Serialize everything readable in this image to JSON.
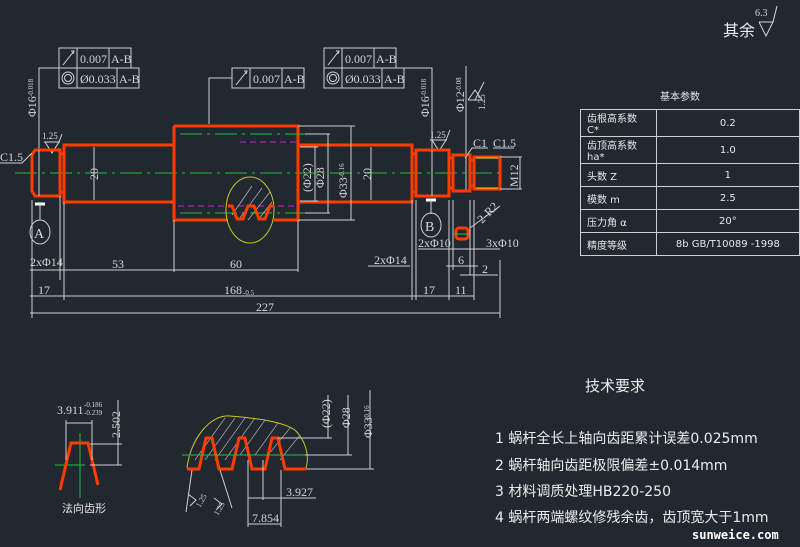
{
  "drawing": {
    "title": "Worm shaft drawing",
    "colors": {
      "background": "#212830",
      "outline": "#ff3c00",
      "centerline": "#1fbf3a",
      "pitchline": "#d020d0",
      "dimension": "#d6d6d6",
      "detail_circle": "#c8c820"
    }
  },
  "roughness": {
    "label": "其余",
    "value": "6.3"
  },
  "gdt_frames": {
    "left": {
      "runout": {
        "value": "0.007",
        "datum": "A-B"
      },
      "concentricity": {
        "value": "Ø0.033",
        "datum": "A-B"
      }
    },
    "middle": {
      "runout": {
        "value": "0.007",
        "datum": "A-B"
      }
    },
    "right": {
      "runout": {
        "value": "0.007",
        "datum": "A-B"
      },
      "concentricity": {
        "value": "Ø0.033",
        "datum": "A-B"
      }
    }
  },
  "dimensions": {
    "dia16_left": "Φ16",
    "dia16_left_tol": "-0.018",
    "dia16_right": "Φ16",
    "dia16_right_tol": "-0.018",
    "dia12": "Φ12",
    "dia12_tol": "-0.08",
    "rough_125_a": "1.25",
    "rough_125_b": "1.25",
    "rough_125_c": "1.25",
    "chamfer_left": "C1.5",
    "chamfer_c1": "C1",
    "chamfer_right": "C1.5",
    "thread": "M12",
    "d20_left": "20",
    "d20_right": "20",
    "d22": "(Φ22)",
    "d28": "Φ28",
    "d33": "Φ33",
    "d33_tol": "-0.16",
    "datum_a": "A",
    "datum_b": "B",
    "r2": "2-R2",
    "groove_left": "2xΦ14",
    "groove_right14": "2xΦ14",
    "groove_b": "2xΦ10",
    "groove_3x": "3xΦ10",
    "len_53": "53",
    "len_60": "60",
    "len_17_left": "17",
    "len_168": "168",
    "len_168_tol": "-0.5",
    "len_17_right": "17",
    "len_11": "11",
    "len_6": "6",
    "len_2": "2",
    "len_227": "227"
  },
  "tooth_profile": {
    "width": "3.911",
    "width_tol_upper": "-0.186",
    "width_tol_lower": "-0.239",
    "height": "2.502",
    "caption": "法向齿形"
  },
  "thread_detail": {
    "d22": "(Φ22)",
    "d28": "Φ28",
    "d33": "Φ33",
    "d33_tol": "-0.16",
    "half_pitch": "3.927",
    "pitch": "7.854",
    "rough_a": "1.25",
    "rough_b": "1.25"
  },
  "parameters": {
    "title": "基本参数",
    "rows": [
      {
        "name": "齿根高系数 C*",
        "value": "0.2"
      },
      {
        "name": "齿顶高系数ha*",
        "value": "1.0"
      },
      {
        "name": "头数 Z",
        "value": "1"
      },
      {
        "name": "模数 m",
        "value": "2.5"
      },
      {
        "name": "压力角 α",
        "value": "20°"
      },
      {
        "name": "精度等级",
        "value": "8b GB/T10089 -1998"
      }
    ]
  },
  "requirements": {
    "title": "技术要求",
    "items": [
      "1 蜗杆全长上轴向齿距累计误差0.025mm",
      "2 蜗杆轴向齿距极限偏差±0.014mm",
      "3 材料调质处理HB220-250",
      "4 蜗杆两端螺纹修残余齿，齿顶宽大于1mm"
    ]
  },
  "watermark": "sunweice.com"
}
